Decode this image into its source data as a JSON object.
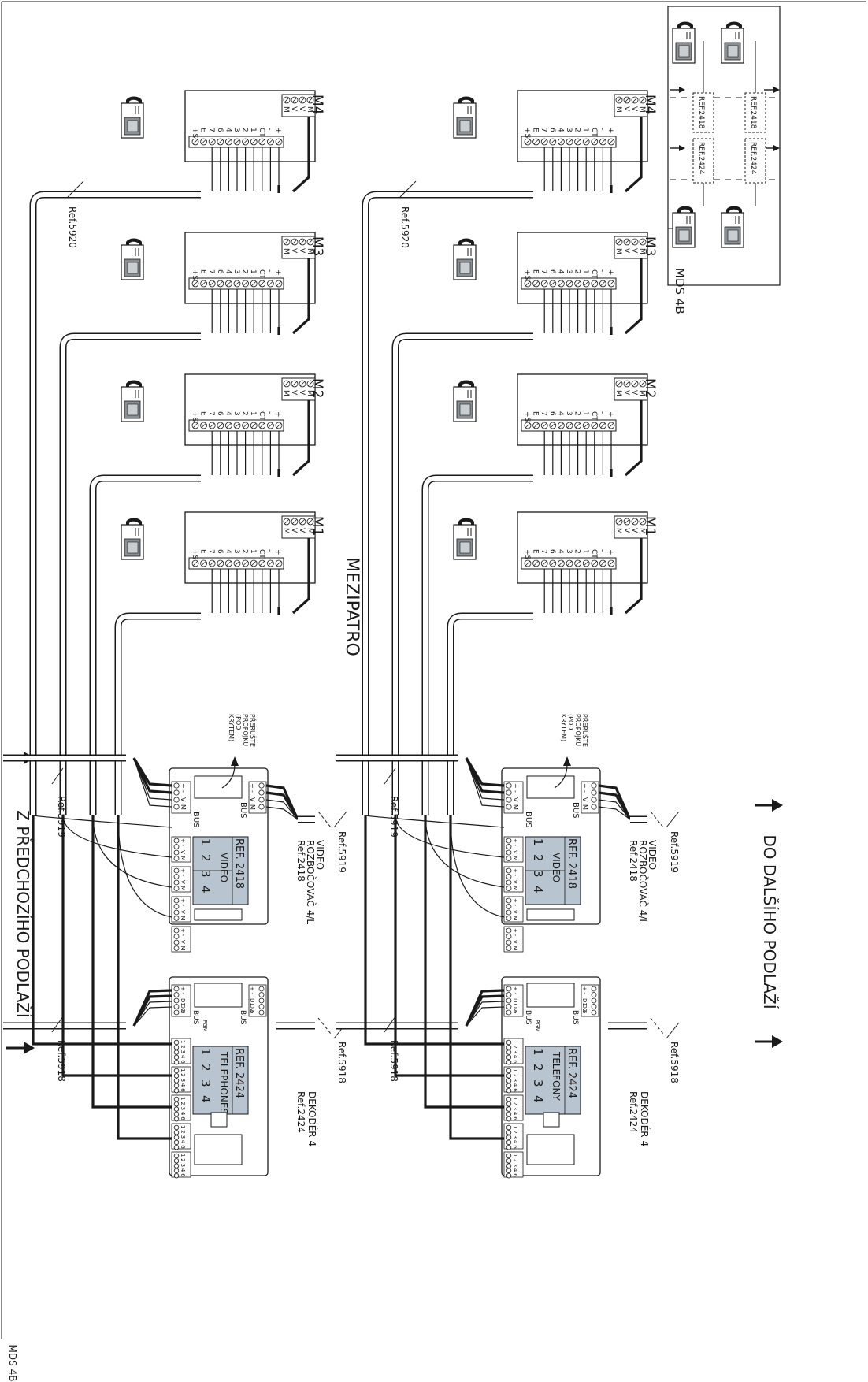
{
  "page": {
    "id": "MDS 4B"
  },
  "center_label": "MEZIPATRO",
  "left_edge_label": "Z PŘEDCHOZÍHO PODLAŽÍ",
  "right_edge_label": "DO DALŠÍHO PODLAŽÍ",
  "monitors": {
    "labels": [
      "M1",
      "M2",
      "M3",
      "M4"
    ],
    "terminals": [
      "+",
      "-",
      "CT",
      "1",
      "2",
      "3",
      "4",
      "6",
      "7",
      "E",
      "+S"
    ],
    "video_terminals": [
      "M",
      "V",
      "V",
      "M"
    ]
  },
  "cables": {
    "monitor": "Ref.5920",
    "video_riser": "Ref.5919",
    "bus_riser": "Ref.5918"
  },
  "video_splitter": {
    "name_line1": "VIDEO",
    "name_line2": "ROZBOČOVAČ 4/L",
    "ref": "Ref.2418",
    "panel_ref": "REF. 2418",
    "panel_title": "VIDEO",
    "outputs": [
      "1",
      "2",
      "3",
      "4"
    ],
    "note": [
      "PŘERUŠTE",
      "PROPOJKU",
      "(POD",
      "KRYTEM)"
    ],
    "bus_label": "BUS",
    "bus_terms": [
      "+",
      "-",
      "V",
      "M"
    ],
    "out_terms": [
      "+",
      "-",
      "V",
      "M"
    ]
  },
  "decoder": {
    "name": "DEKODÉR 4",
    "ref": "Ref.2424",
    "panel_ref": "REF. 2424",
    "panel_title_left": "TELEPHONES",
    "panel_title_right": "TELEFONY",
    "outputs": [
      "1",
      "2",
      "3",
      "4"
    ],
    "bus_label": "BUS",
    "pgm": "PGM",
    "bus_terms": [
      "+",
      "-",
      "D1",
      "D2",
      "6"
    ],
    "out_terms": [
      "1",
      "2",
      "3",
      "4",
      "6"
    ]
  },
  "inset": {
    "title": "MDS 4B",
    "refs_top": [
      "REF.2418",
      "REF.2418"
    ],
    "refs_bottom": [
      "REF.2424",
      "REF.2424"
    ]
  }
}
